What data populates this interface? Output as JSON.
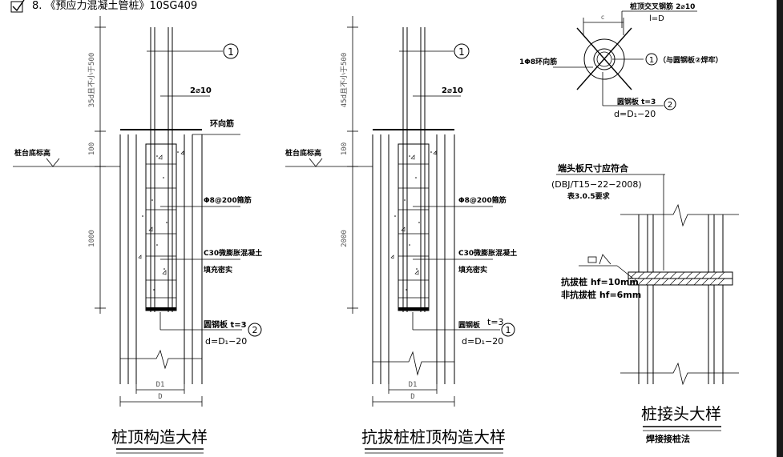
{
  "header": {
    "check_symbol": "☑",
    "item": "8. 《预应力混凝土管桩》10SG409"
  },
  "left": {
    "circle_1": "1",
    "rebar": "2⌀10",
    "ring_bar": "环向筋",
    "cap_elev": "桩台底标高",
    "stirrup": "Φ8@200箍筋",
    "concrete": "C30微膨胀混凝土",
    "fill": "填充密实",
    "plate": "圆钢板 t=3",
    "plate_circle": "2",
    "plate_d": "d=D₁−20",
    "dim_top": "35d且不小于500",
    "dim_mid": "100",
    "dim_low": "1000",
    "dim_d1": "D1",
    "dim_d": "D",
    "title": "桩顶构造大样"
  },
  "middle": {
    "circle_1": "1",
    "rebar": "2⌀10",
    "cap_elev": "桩台底标高",
    "stirrup": "Φ8@200箍筋",
    "concrete": "C30微膨胀混凝土",
    "fill": "填充密实",
    "plate": "圆钢板",
    "plate_t": "t=3",
    "plate_circle": "1",
    "plate_d": "d=D₁−20",
    "dim_top": "45d且不小于500",
    "dim_mid": "100",
    "dim_low": "2000",
    "dim_d1": "D1",
    "dim_d": "D",
    "title": "抗拔桩桩顶构造大样"
  },
  "right_top": {
    "cross_bar": "桩顶交叉钢筋 2⌀10",
    "l_eq": "l=D",
    "ring": "1Φ8环向筋",
    "circle_1": "1",
    "weld_note": "（与圆钢板②焊牢）",
    "plate": "圆钢板 t=3",
    "plate_circle": "2",
    "plate_d": "d=D₁−20",
    "dim_c": "c"
  },
  "right_bottom": {
    "note1": "端头板尺寸应符合",
    "note2": "(DBJ/T15−22−2008)",
    "note3": "表3.0.5要求",
    "weld1": "抗拔桩 hf=10mm",
    "weld2": "非抗拔桩 hf=6mm",
    "title": "桩接头大样",
    "subtitle": "焊接接桩法"
  }
}
